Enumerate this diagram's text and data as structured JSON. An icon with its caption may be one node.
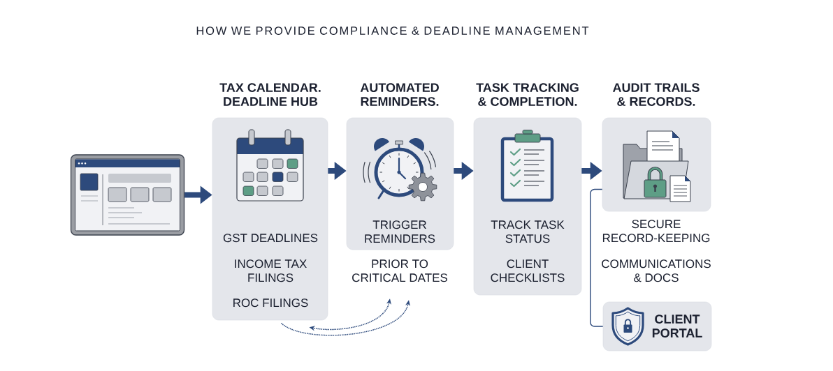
{
  "diagram": {
    "title": "HOW WE PROVIDE COMPLIANCE & DEADLINE MANAGEMENT",
    "nodes": [
      {
        "text": [],
        "shape": "picture"
      },
      {
        "text": [
          "TAX CALENDAR. DEADLINE HUB",
          "GST DEADLINES",
          "INCOME TAX FILINGS",
          "ROC FILINGS"
        ]
      },
      {
        "text": [
          "AUTOMATED REMINDERS.",
          "TRIGGER REMINDERS"
        ],
        "beside": [
          "PRIOR TO CRITICAL DATES"
        ]
      },
      {
        "text": [
          "TASK TRACKING & COMPLETION.",
          "TRACK TASK STATUS",
          "CLIENT CHECKLISTS"
        ]
      },
      {
        "text": [
          "AUDIT TRAILS & RECORDS."
        ],
        "beside": [
          "SECURE RECORD-KEEPING",
          "COMMUNICATIONS & DOCS"
        ]
      },
      {
        "text": [
          "CLIENT PORTAL"
        ]
      }
    ],
    "edges": [
      {
        "from": 0,
        "to": 1,
        "arrow": "to"
      },
      {
        "from": 1,
        "to": 2,
        "arrow": "to"
      },
      {
        "from": 2,
        "to": 3,
        "arrow": "to"
      },
      {
        "from": 3,
        "to": 4,
        "arrow": "to"
      },
      {
        "from": 5,
        "to": 4,
        "arrow": "none"
      },
      {
        "from": 1,
        "to": 2,
        "arrow": "both",
        "style": "dashed"
      },
      {
        "from": 1,
        "to": 2,
        "arrow": "to",
        "style": "dashed"
      }
    ]
  }
}
